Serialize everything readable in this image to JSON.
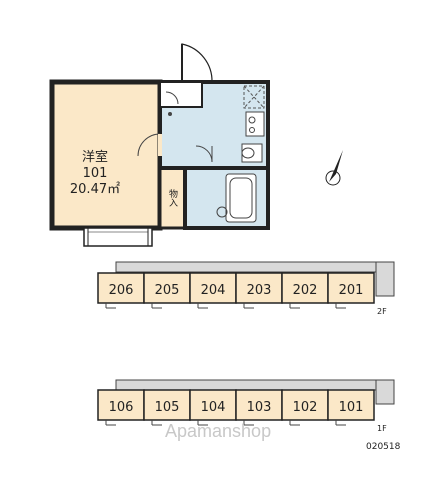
{
  "unit": {
    "room_type": "洋室",
    "room_number": "101",
    "area": "20.47㎡",
    "closet_label": "物入"
  },
  "floors": [
    {
      "label": "2F",
      "units": [
        "206",
        "205",
        "204",
        "203",
        "202",
        "201"
      ]
    },
    {
      "label": "1F",
      "units": [
        "106",
        "105",
        "104",
        "103",
        "102",
        "101"
      ]
    }
  ],
  "watermark": "Apamanshop",
  "code": "020518",
  "colors": {
    "room_fill": "#fbe8c8",
    "wet_fill": "#d4e6ef",
    "unit_fill": "#fbe8c8",
    "corridor_fill": "#d9d9d9",
    "wall": "#222222"
  },
  "icons": [
    "north-arrow-icon"
  ]
}
